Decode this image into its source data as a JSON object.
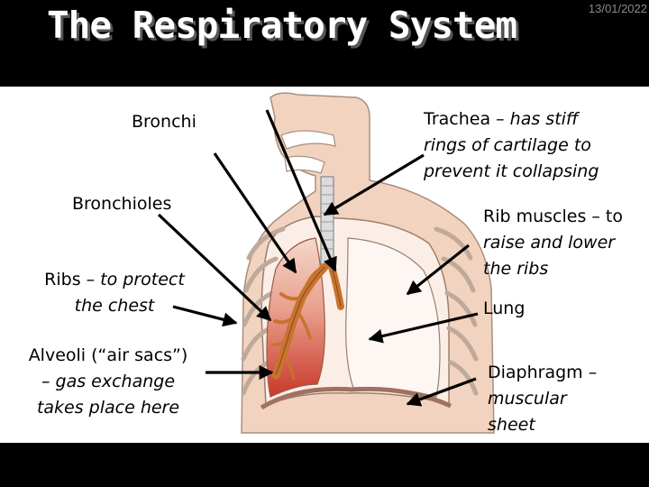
{
  "title": "The Respiratory System",
  "date": "13/01/2022",
  "labels": {
    "bronchi": "Bronchi",
    "bronchioles": "Bronchioles",
    "ribs_1": "Ribs –",
    "ribs_2": " to protect",
    "ribs_3": "the chest",
    "alveoli_1": "Alveoli (“air sacs”)",
    "alveoli_2": "– gas exchange",
    "alveoli_3": "takes place here",
    "trachea_1": "Trachea –",
    "trachea_2": " has stiff",
    "trachea_3": "rings of cartilage to",
    "trachea_4": "prevent it collapsing",
    "rib_muscles_1": "Rib muscles – to",
    "rib_muscles_2": "raise and lower",
    "rib_muscles_3": "the ribs",
    "lung": "Lung",
    "diaphragm_1": "Diaphragm –",
    "diaphragm_2": "muscular",
    "diaphragm_3": "sheet"
  },
  "colors": {
    "background": "#000000",
    "panel": "#ffffff",
    "title_text": "#ffffff",
    "date_text": "#8a8a8a",
    "lung_fill": "#d04a3a",
    "skin": "#f2d3bf",
    "airway": "#c8732e"
  }
}
